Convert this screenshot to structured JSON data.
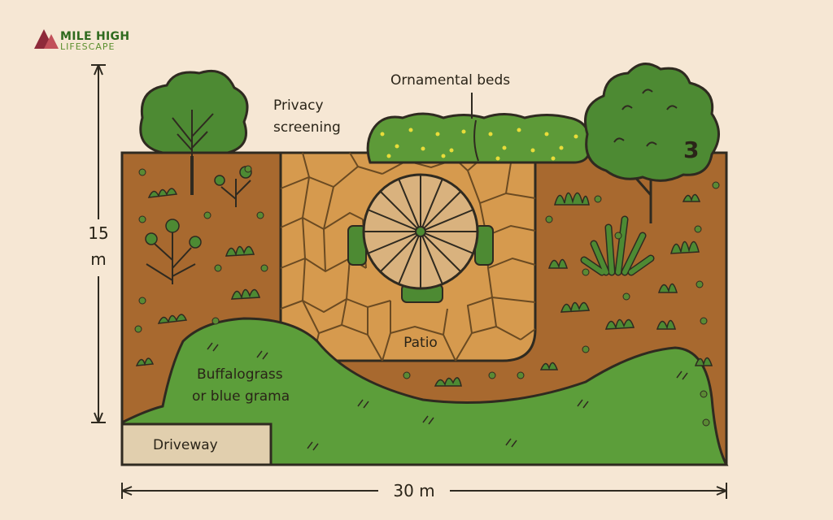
{
  "brand": {
    "name_line1": "MILE HIGH",
    "name_line2": "LIFESCAPE",
    "color": "#2f6a1e",
    "icon": "mountain-logo-icon"
  },
  "labels": {
    "privacy_line1": "Privacy",
    "privacy_line2": "screening",
    "ornamental": "Ornamental beds",
    "patio": "Patio",
    "lawn_line1": "Buffalograss",
    "lawn_line2": "or blue grama",
    "driveway": "Driveway",
    "tree_marker": "3"
  },
  "dimensions": {
    "height_value": "15",
    "height_unit": "m",
    "width_label": "30 m"
  },
  "colors": {
    "background": "#f6e7d4",
    "soil": "#a8692f",
    "lawn": "#5c9e3a",
    "patio": "#d69a4e",
    "patio_stone_line": "#6a4a22",
    "tree": "#4d8a33",
    "hedge": "#5d9a38",
    "hedge_flower": "#e8dc3a",
    "driveway": "#e1cfae",
    "outline": "#2f2a20"
  }
}
